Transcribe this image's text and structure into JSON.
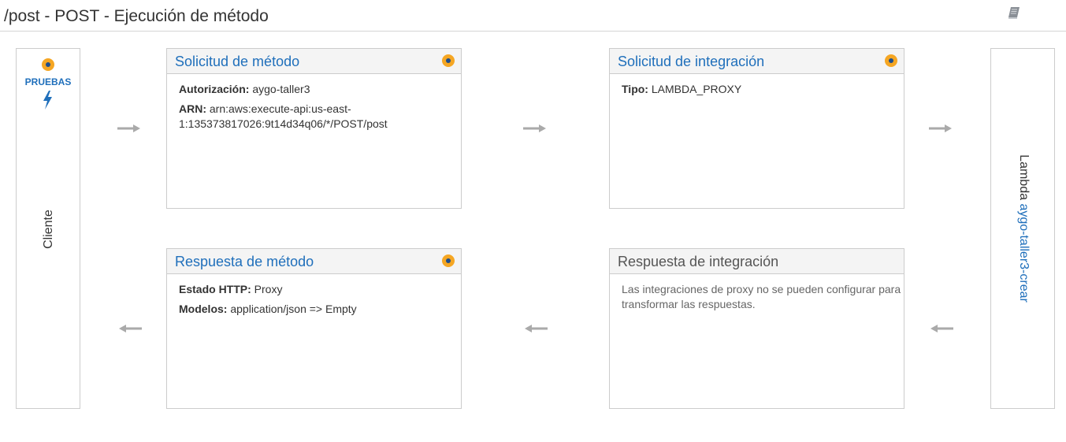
{
  "page": {
    "title": "/post - POST - Ejecución de método"
  },
  "header": {
    "book_icon": "book-icon"
  },
  "client": {
    "test_label": "PRUEBAS",
    "label": "Cliente",
    "icons": {
      "status": "status-dot-icon",
      "action": "lightning-bolt-icon"
    }
  },
  "lambda": {
    "prefix": "Lambda",
    "link": "aygo-taller3-crear"
  },
  "method_request": {
    "title": "Solicitud de método",
    "auth_label": "Autorización:",
    "auth_value": "aygo-taller3",
    "arn_label": "ARN:",
    "arn_value": "arn:aws:execute-api:us-east-1:135373817026:9t14d34q06/*/POST/post"
  },
  "integration_request": {
    "title": "Solicitud de integración",
    "type_label": "Tipo:",
    "type_value": "LAMBDA_PROXY"
  },
  "method_response": {
    "title": "Respuesta de método",
    "status_label": "Estado HTTP:",
    "status_value": "Proxy",
    "models_label": "Modelos:",
    "models_value": "application/json => Empty"
  },
  "integration_response": {
    "title": "Respuesta de integración",
    "note": "Las integraciones de proxy no se pueden configurar para transformar las respuestas."
  },
  "colors": {
    "link": "#1f6fbb",
    "dot_outer": "#f5a623",
    "dot_inner": "#1f4e8c",
    "arrow": "#aaaaaa",
    "border": "#cccccc",
    "header_bg": "#f4f4f4"
  }
}
